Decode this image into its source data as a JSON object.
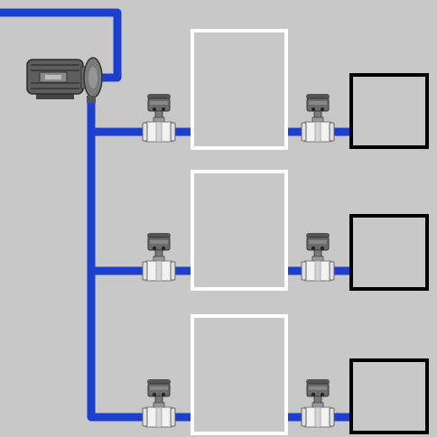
{
  "scene": {
    "background": "#c8c8c8",
    "pipe_color": "#1c3fd0",
    "pipe_dark": "#0f2aa0",
    "slot_outline_light": "#ffffff",
    "slot_outline_dark": "#000000"
  },
  "components": {
    "pump": {
      "icon": "pump-motor-icon"
    },
    "valve": {
      "icon": "valve-actuator-icon"
    }
  },
  "rows": [
    {
      "name": "row-1",
      "left_slot": "empty",
      "right_slot": "empty"
    },
    {
      "name": "row-2",
      "left_slot": "empty",
      "right_slot": "empty"
    },
    {
      "name": "row-3",
      "left_slot": "empty",
      "right_slot": "empty"
    }
  ]
}
